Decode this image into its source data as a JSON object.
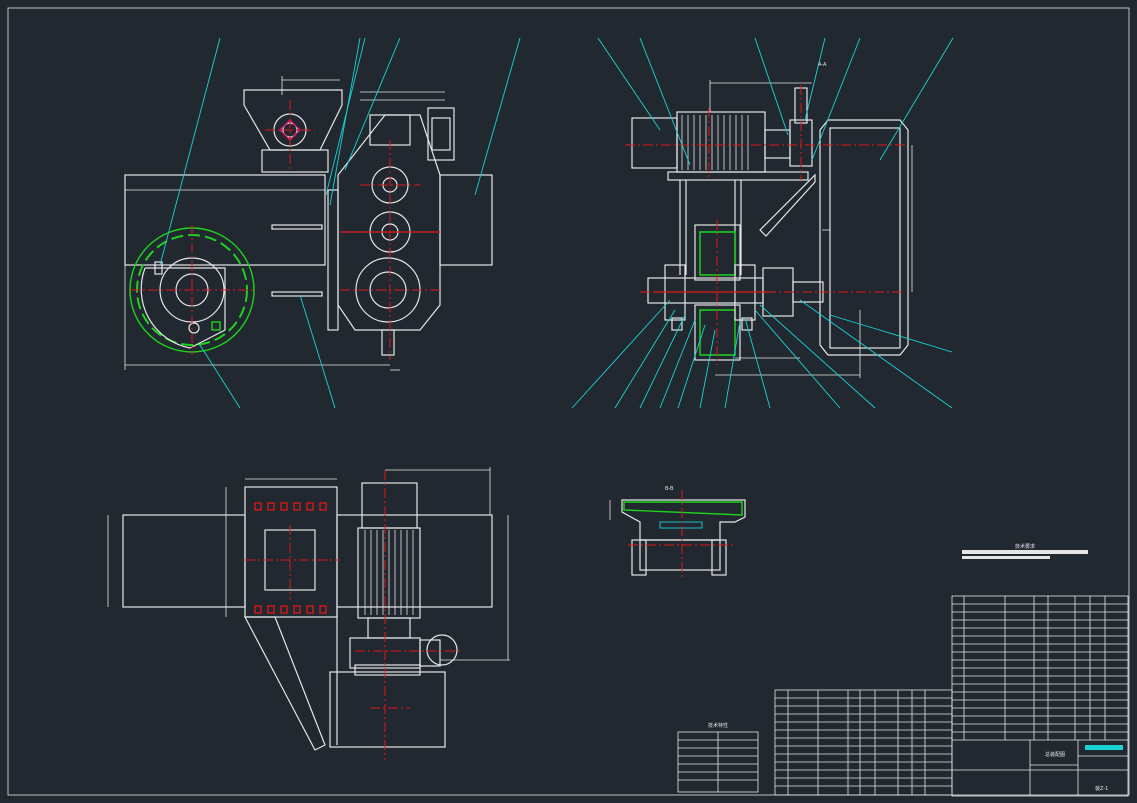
{
  "drawing": {
    "sheet_number": "装Z-1",
    "section_label_top": "A-A",
    "section_label_detail": "B-B",
    "tech_requirements_title": "技术要求",
    "tech_params_title": "技术特性",
    "title_block_main": "总装配图"
  },
  "colors": {
    "background": "#212830",
    "outline": "#e6e6e6",
    "leader": "#19d3d3",
    "centerline": "#e01818",
    "hatch_green": "#1fd21f"
  }
}
